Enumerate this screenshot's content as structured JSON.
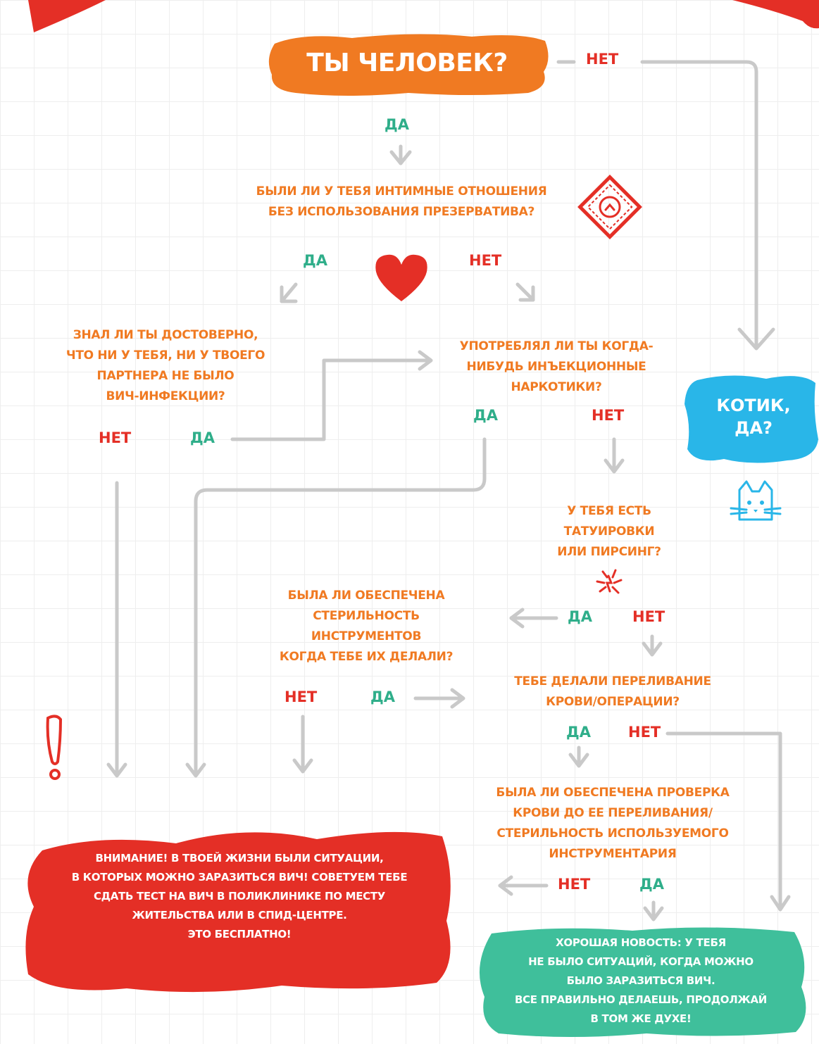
{
  "start": {
    "label": "ТЫ ЧЕЛОВЕК?"
  },
  "cat_result": {
    "lines": [
      "КОТИК,",
      "ДА?"
    ]
  },
  "q_unprotected": {
    "lines": [
      "БЫЛИ ЛИ У ТЕБЯ ИНТИМНЫЕ ОТНОШЕНИЯ",
      "БЕЗ ИСПОЛЬЗОВАНИЯ ПРЕЗЕРВАТИВА?"
    ]
  },
  "q_partner": {
    "lines": [
      "ЗНАЛ ЛИ ТЫ ДОСТОВЕРНО,",
      "ЧТО НИ У ТЕБЯ, НИ У ТВОЕГО",
      "ПАРТНЕРА НЕ БЫЛО",
      "ВИЧ-ИНФЕКЦИИ?"
    ]
  },
  "q_drugs": {
    "lines": [
      "УПОТРЕБЛЯЛ ЛИ ТЫ КОГДА-",
      "НИБУДЬ ИНЪЕКЦИОННЫЕ",
      "НАРКОТИКИ?"
    ]
  },
  "q_tattoo": {
    "lines": [
      "У ТЕБЯ ЕСТЬ",
      "ТАТУИРОВКИ",
      "ИЛИ ПИРСИНГ?"
    ]
  },
  "q_sterile": {
    "lines": [
      "БЫЛА ЛИ ОБЕСПЕЧЕНА",
      "СТЕРИЛЬНОСТЬ",
      "ИНСТРУМЕНТОВ",
      "КОГДА ТЕБЕ ИХ ДЕЛАЛИ?"
    ]
  },
  "q_transfusion": {
    "lines": [
      "ТЕБЕ ДЕЛАЛИ ПЕРЕЛИВАНИЕ",
      "КРОВИ/ОПЕРАЦИИ?"
    ]
  },
  "q_blood_check": {
    "lines": [
      "БЫЛА ЛИ ОБЕСПЕЧЕНА ПРОВЕРКА",
      "КРОВИ ДО ЕЕ ПЕРЕЛИВАНИЯ/",
      "СТЕРИЛЬНОСТЬ ИСПОЛЬЗУЕМОГО",
      "ИНСТРУМЕНТАРИЯ"
    ]
  },
  "warning_result": {
    "lines": [
      "ВНИМАНИЕ! В ТВОЕЙ ЖИЗНИ БЫЛИ СИТУАЦИИ,",
      "В КОТОРЫХ МОЖНО ЗАРАЗИТЬСЯ ВИЧ! СОВЕТУЕМ ТЕБЕ",
      "СДАТЬ ТЕСТ НА ВИЧ В ПОЛИКЛИНИКЕ ПО МЕСТУ",
      "ЖИТЕЛЬСТВА ИЛИ В СПИД-ЦЕНТРЕ.",
      "ЭТО БЕСПЛАТНО!"
    ]
  },
  "good_result": {
    "lines": [
      "ХОРОШАЯ НОВОСТЬ: У ТЕБЯ",
      "НЕ БЫЛО СИТУАЦИЙ, КОГДА МОЖНО",
      "БЫЛО ЗАРАЗИТЬСЯ ВИЧ.",
      "ВСЕ ПРАВИЛЬНО ДЕЛАЕШЬ, ПРОДОЛЖАЙ",
      "В ТОМ ЖЕ ДУХЕ!"
    ]
  },
  "answers": {
    "yes": "ДА",
    "no": "НЕТ"
  },
  "colors": {
    "orange": "#f07a22",
    "red": "#e42f26",
    "teal": "#2fae8a",
    "blue": "#29b6e8",
    "line": "#c9c9c9"
  },
  "icons": [
    "condom-icon",
    "heart-icon",
    "cat-icon",
    "piercing-icon",
    "exclamation-icon"
  ]
}
